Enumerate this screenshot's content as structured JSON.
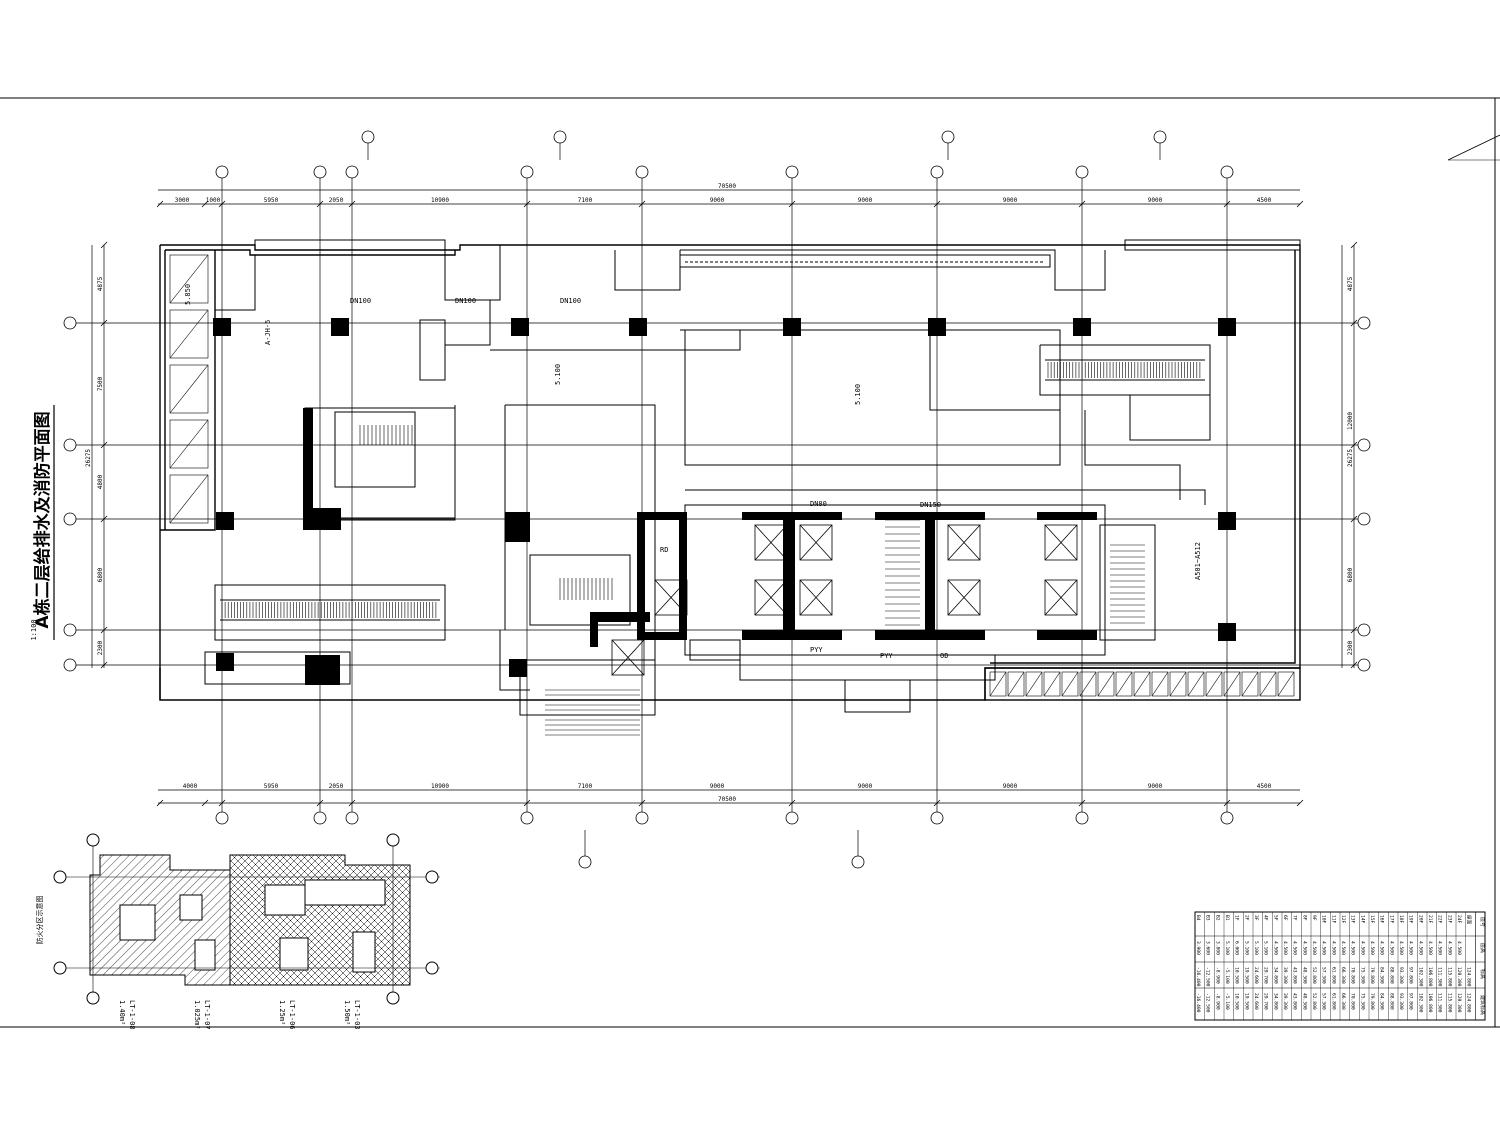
{
  "drawing": {
    "title": "A栋二层给排水及消防平面图",
    "scale": "1:100",
    "key_plan_title": "防火分区示意图"
  },
  "dimensions": {
    "overall": "70500",
    "top_spans": [
      "3000",
      "1000",
      "5950",
      "2050",
      "10900",
      "7100",
      "9000",
      "9000",
      "9000",
      "9000",
      "4500"
    ],
    "bottom_spans": [
      "4000",
      "5950",
      "2050",
      "10900",
      "7100",
      "9000",
      "9000",
      "9000",
      "9000",
      "4500"
    ],
    "left_spans": [
      "4875",
      "7500",
      "4800",
      "6800",
      "2300"
    ],
    "left_total": "26275",
    "right_spans": [
      "4875",
      "12000",
      "6800",
      "2300"
    ],
    "right_total": "26275"
  },
  "key_plan": {
    "zones": [
      {
        "name": "LT-1-08",
        "area": "1.40m²"
      },
      {
        "name": "LT-1-07",
        "area": "1.025m²"
      },
      {
        "name": "LT-1-06",
        "area": "1.25m²"
      },
      {
        "name": "LT-1-03",
        "area": "1.50m²"
      }
    ]
  },
  "room_labels": {
    "dn100": "DN100",
    "dn150": "DN150",
    "dn80": "DN80",
    "rd": "RD",
    "pyy": "PYY",
    "od": "OD",
    "hose_ref": "A501~A512",
    "level_mark": "5.100",
    "riser": "A-JH-5",
    "elev": "5.850"
  },
  "level_table": {
    "headers": [
      "层号",
      "层高",
      "标高",
      "建筑标高"
    ],
    "rows": [
      [
        "屋面",
        "",
        "124.800",
        "124.800"
      ],
      [
        "24F",
        "4.500",
        "120.300",
        "120.300"
      ],
      [
        "23F",
        "4.500",
        "115.800",
        "115.800"
      ],
      [
        "22F",
        "4.500",
        "111.300",
        "111.300"
      ],
      [
        "21F",
        "4.500",
        "106.800",
        "106.800"
      ],
      [
        "20F",
        "4.500",
        "102.300",
        "102.300"
      ],
      [
        "19F",
        "4.500",
        "97.800",
        "97.800"
      ],
      [
        "18F",
        "4.500",
        "93.300",
        "93.300"
      ],
      [
        "17F",
        "4.500",
        "88.800",
        "88.800"
      ],
      [
        "16F",
        "4.500",
        "84.300",
        "84.300"
      ],
      [
        "15F",
        "4.500",
        "79.800",
        "79.800"
      ],
      [
        "14F",
        "4.500",
        "75.300",
        "75.300"
      ],
      [
        "13F",
        "4.500",
        "70.800",
        "70.800"
      ],
      [
        "12F",
        "4.500",
        "66.300",
        "66.300"
      ],
      [
        "11F",
        "4.500",
        "61.800",
        "61.800"
      ],
      [
        "10F",
        "4.500",
        "57.300",
        "57.300"
      ],
      [
        "9F",
        "4.500",
        "52.800",
        "52.800"
      ],
      [
        "8F",
        "4.500",
        "48.300",
        "48.300"
      ],
      [
        "7F",
        "4.500",
        "43.800",
        "43.800"
      ],
      [
        "6F",
        "4.500",
        "39.300",
        "39.300"
      ],
      [
        "5F",
        "4.500",
        "34.800",
        "34.800"
      ],
      [
        "4F",
        "5.100",
        "29.700",
        "29.700"
      ],
      [
        "3F",
        "5.100",
        "24.600",
        "24.600"
      ],
      [
        "2F",
        "5.100",
        "19.500",
        "19.500"
      ],
      [
        "1F",
        "6.000",
        "10.500",
        "10.500"
      ],
      [
        "B1",
        "5.100",
        "-5.100",
        "-5.100"
      ],
      [
        "B2",
        "3.800",
        "-8.900",
        "-8.900"
      ],
      [
        "B3",
        "3.600",
        "-12.500",
        "-12.500"
      ],
      [
        "B4",
        "3.900",
        "-16.400",
        "-16.400"
      ]
    ]
  }
}
